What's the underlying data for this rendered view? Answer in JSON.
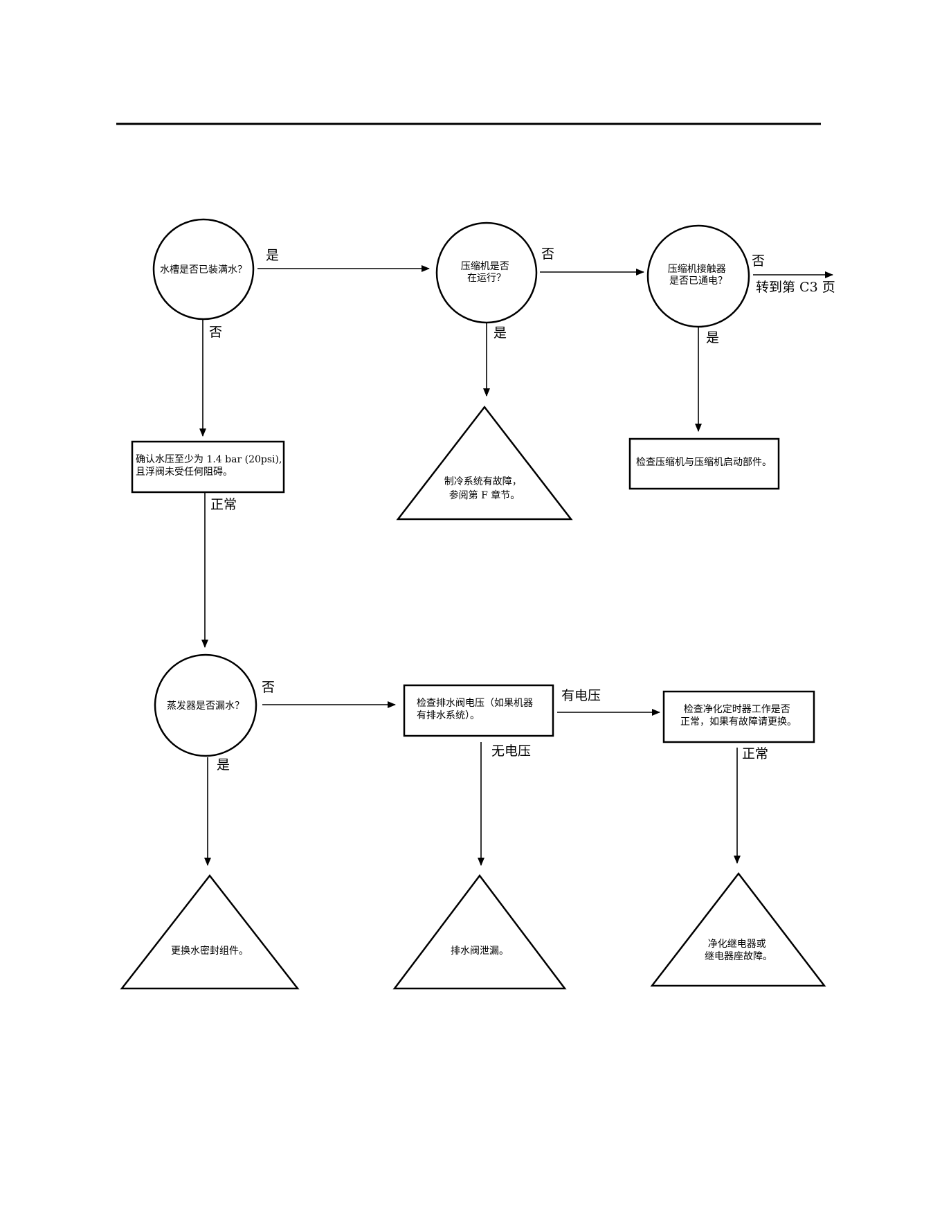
{
  "nodes": {
    "tank_full": {
      "lines": [
        "水槽是否已装满水？"
      ]
    },
    "compressor_running": {
      "lines": [
        "压缩机是否",
        "在运行？"
      ]
    },
    "contactor_powered": {
      "lines": [
        "压缩机接触器",
        "是否已通电？"
      ]
    },
    "check_water_pressure": {
      "lines": [
        "确认水压至少为 1.4 bar (20psi),",
        "且浮阀未受任何阻碍。"
      ]
    },
    "refrigeration_fault": {
      "lines": [
        "制冷系统有故障，",
        "参阅第 F 章节。"
      ]
    },
    "check_compressor_parts": {
      "lines": [
        "检查压缩机与压缩机启动部件。"
      ]
    },
    "evaporator_leak": {
      "lines": [
        "蒸发器是否漏水？"
      ]
    },
    "check_drain_valve": {
      "lines": [
        "检查排水阀电压（如果机器",
        "有排水系统）。"
      ]
    },
    "check_purge_timer": {
      "lines": [
        "检查净化定时器工作是否",
        "正常，如果有故障请更换。"
      ]
    },
    "replace_seal": {
      "lines": [
        "更换水密封组件。"
      ]
    },
    "drain_valve_leak": {
      "lines": [
        "排水阀泄漏。"
      ]
    },
    "purge_relay_fault": {
      "lines": [
        "净化继电器或",
        "继电器座故障。"
      ]
    }
  },
  "edge_labels": {
    "tank_to_compressor": "是",
    "tank_to_pressure": "否",
    "compressor_to_contactor": "否",
    "compressor_to_refrigeration": "是",
    "contactor_to_page": "否",
    "goto_page": "转到第 C3 页",
    "contactor_to_parts": "是",
    "pressure_to_evaporator": "正常",
    "evaporator_to_drain": "否",
    "evaporator_to_seal": "是",
    "drain_to_timer": "有电压",
    "drain_to_leak": "无电压",
    "timer_to_relay": "正常"
  }
}
